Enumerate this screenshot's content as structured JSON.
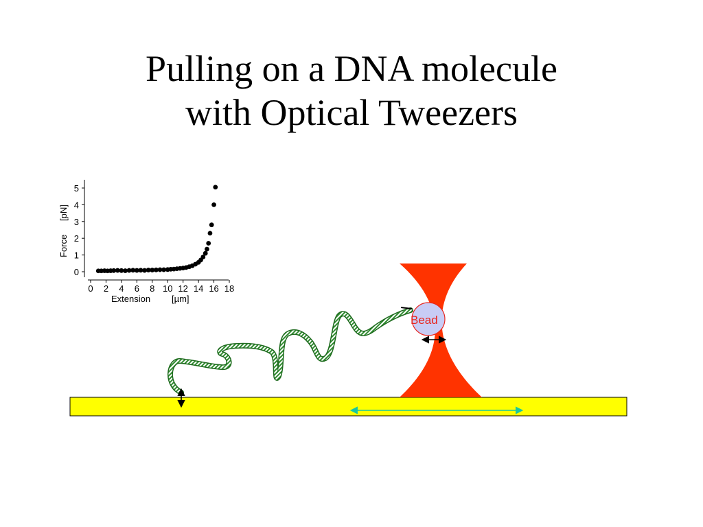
{
  "title": {
    "line1": "Pulling on a DNA molecule",
    "line2": "with Optical Tweezers"
  },
  "bead": {
    "label": "Bead",
    "fill": "#c8ccf5",
    "label_color": "#e8261e"
  },
  "colors": {
    "laser": "#ff3300",
    "surface": "#ffff00",
    "dna": "#2e8b2e",
    "stage_arrow": "#19c6a0"
  },
  "chart_data": {
    "type": "scatter",
    "title": "",
    "xlabel": "Extension",
    "xlabel_unit": "[µm]",
    "ylabel": "Force",
    "ylabel_unit": "[pN]",
    "xlim": [
      0,
      18
    ],
    "ylim": [
      0,
      5
    ],
    "xticks": [
      "0",
      "2",
      "4",
      "6",
      "8",
      "10",
      "12",
      "14",
      "16",
      "18"
    ],
    "yticks": [
      "0",
      "1",
      "2",
      "3",
      "4",
      "5"
    ],
    "series": [
      {
        "points": [
          [
            1.0,
            0.05
          ],
          [
            1.4,
            0.05
          ],
          [
            1.8,
            0.06
          ],
          [
            2.2,
            0.05
          ],
          [
            2.6,
            0.06
          ],
          [
            3.0,
            0.07
          ],
          [
            3.5,
            0.08
          ],
          [
            4.0,
            0.07
          ],
          [
            4.5,
            0.06
          ],
          [
            5.0,
            0.08
          ],
          [
            5.5,
            0.09
          ],
          [
            6.0,
            0.08
          ],
          [
            6.5,
            0.09
          ],
          [
            7.0,
            0.08
          ],
          [
            7.5,
            0.1
          ],
          [
            8.0,
            0.1
          ],
          [
            8.5,
            0.11
          ],
          [
            9.0,
            0.12
          ],
          [
            9.5,
            0.12
          ],
          [
            10.0,
            0.13
          ],
          [
            10.4,
            0.15
          ],
          [
            10.8,
            0.16
          ],
          [
            11.2,
            0.18
          ],
          [
            11.6,
            0.2
          ],
          [
            12.0,
            0.22
          ],
          [
            12.4,
            0.25
          ],
          [
            12.8,
            0.3
          ],
          [
            13.2,
            0.36
          ],
          [
            13.6,
            0.45
          ],
          [
            14.0,
            0.56
          ],
          [
            14.3,
            0.7
          ],
          [
            14.6,
            0.88
          ],
          [
            14.9,
            1.1
          ],
          [
            15.1,
            1.35
          ],
          [
            15.3,
            1.7
          ],
          [
            15.5,
            2.3
          ],
          [
            15.7,
            2.8
          ],
          [
            16.0,
            4.0
          ],
          [
            16.2,
            5.05
          ]
        ]
      }
    ]
  }
}
